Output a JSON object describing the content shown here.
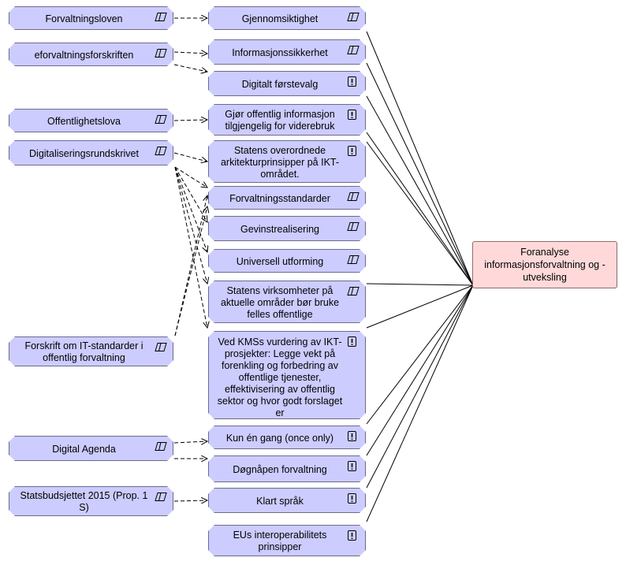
{
  "target": {
    "label": "Foranalyse informasjonsforvaltning og - utveksling"
  },
  "sources": [
    {
      "id": "s1",
      "label": "Forvaltningsloven",
      "icon": "requirement-icon"
    },
    {
      "id": "s2",
      "label": "eforvaltningsforskriften",
      "icon": "requirement-icon"
    },
    {
      "id": "s3",
      "label": "Offentlighetslova",
      "icon": "requirement-icon"
    },
    {
      "id": "s4",
      "label": "Digitaliseringsrundskrivet",
      "icon": "requirement-icon"
    },
    {
      "id": "s5",
      "label": "Forskrift om IT-standarder i offentlig forvaltning",
      "icon": "requirement-icon"
    },
    {
      "id": "s6",
      "label": "Digital Agenda",
      "icon": "requirement-icon"
    },
    {
      "id": "s7",
      "label": "Statsbudsjettet 2015 (Prop. 1 S)",
      "icon": "requirement-icon"
    }
  ],
  "principles": [
    {
      "id": "p1",
      "label": "Gjennomsiktighet",
      "icon": "requirement-icon"
    },
    {
      "id": "p2",
      "label": "Informasjonssikkerhet",
      "icon": "requirement-icon"
    },
    {
      "id": "p3",
      "label": "Digitalt førstevalg",
      "icon": "principle-icon"
    },
    {
      "id": "p4",
      "label": "Gjør offentlig informasjon tilgjengelig for viderebruk",
      "icon": "principle-icon"
    },
    {
      "id": "p5",
      "label": "Statens overordnede arkitekturprinsipper på IKT- området.",
      "icon": "principle-icon"
    },
    {
      "id": "p6",
      "label": "Forvaltningsstandarder",
      "icon": "requirement-icon"
    },
    {
      "id": "p7",
      "label": "Gevinstrealisering",
      "icon": "requirement-icon"
    },
    {
      "id": "p8",
      "label": "Universell utforming",
      "icon": "requirement-icon"
    },
    {
      "id": "p9",
      "label": "Statens virksomheter på aktuelle områder bør bruke felles offentlige",
      "icon": "requirement-icon"
    },
    {
      "id": "p10",
      "label": "Ved KMSs vurdering av IKT-prosjekter: Legge vekt på forenkling og forbedring av offentlige tjenester, effektivisering av offentlig sektor og hvor godt forslaget er",
      "icon": "principle-icon"
    },
    {
      "id": "p11",
      "label": "Kun én gang (once only)",
      "icon": "principle-icon"
    },
    {
      "id": "p12",
      "label": "Døgnåpen forvaltning",
      "icon": "principle-icon"
    },
    {
      "id": "p13",
      "label": "Klart språk",
      "icon": "principle-icon"
    },
    {
      "id": "p14",
      "label": "EUs interoperabilitets prinsipper",
      "icon": "principle-icon"
    }
  ],
  "influences": [
    [
      "s1",
      "p1"
    ],
    [
      "s2",
      "p2"
    ],
    [
      "s2",
      "p3"
    ],
    [
      "s3",
      "p4"
    ],
    [
      "s4",
      "p5"
    ],
    [
      "s4",
      "p6"
    ],
    [
      "s4",
      "p7"
    ],
    [
      "s4",
      "p8"
    ],
    [
      "s4",
      "p9"
    ],
    [
      "s4",
      "p10"
    ],
    [
      "s5",
      "p6"
    ],
    [
      "s5",
      "p7"
    ],
    [
      "s6",
      "p11"
    ],
    [
      "s6",
      "p12"
    ],
    [
      "s7",
      "p13"
    ]
  ],
  "realizations": [
    "p1",
    "p2",
    "p3",
    "p4",
    "p5",
    "p9",
    "p10",
    "p11",
    "p12",
    "p13",
    "p14"
  ],
  "colors": {
    "element_fill": "#ccccff",
    "target_fill": "#ffd9d9",
    "line": "#000000"
  }
}
